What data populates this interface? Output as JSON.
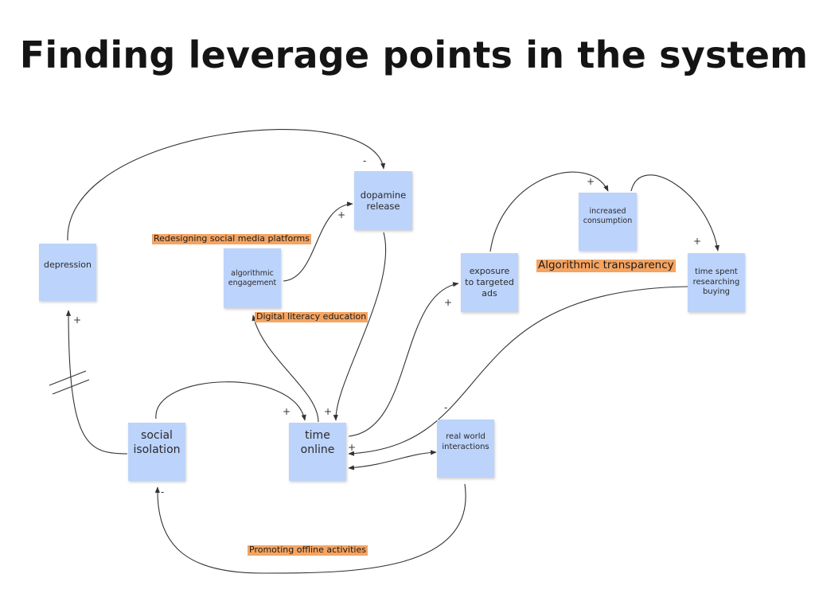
{
  "title": "Finding leverage points in the system",
  "notes": {
    "depression": "depression",
    "dopamine_release": "dopamine\nrelease",
    "algorithmic_engagement": "algorithmic\nengagement",
    "exposure_targeted_ads": "exposure\nto targeted\nads",
    "increased_consumption": "increased\nconsumption",
    "time_spent_researching": "time spent\nresearching\nbuying",
    "social_isolation": "social\nisolation",
    "time_online": "time\nonline",
    "real_world_interactions": "real world\ninteractions"
  },
  "leverage_points": {
    "redesigning": "Redesigning social media platforms",
    "algorithmic_transparency": "Algorithmic transparency",
    "digital_literacy": "Digital literacy education",
    "promoting_offline": "Promoting offline activities"
  },
  "signs": {
    "depression_to_dopamine": "-",
    "isolation_to_depression": "+",
    "engagement_to_dopamine": "+",
    "online_to_exposure": "+",
    "exposure_to_consumption": "+",
    "consumption_to_research": "+",
    "isolation_to_online": "+",
    "dopamine_to_online": "+",
    "research_to_online": "+",
    "online_to_realworld": "-",
    "realworld_to_isolation": "-"
  },
  "colors": {
    "sticky_note": "#bcd3fb",
    "highlight": "#f5a461",
    "arrow": "#333333"
  }
}
